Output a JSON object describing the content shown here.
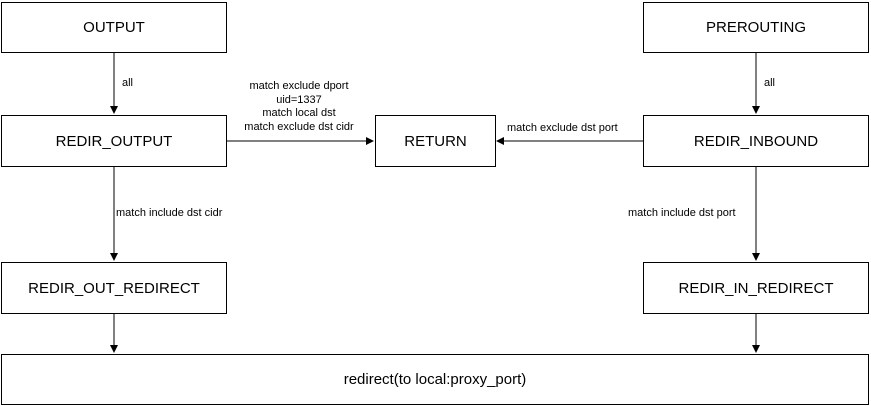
{
  "nodes": {
    "output": "OUTPUT",
    "prerouting": "PREROUTING",
    "redir_output": "REDIR_OUTPUT",
    "return": "RETURN",
    "redir_inbound": "REDIR_INBOUND",
    "redir_out_redirect": "REDIR_OUT_REDIRECT",
    "redir_in_redirect": "REDIR_IN_REDIRECT",
    "redirect": "redirect(to local:proxy_port)"
  },
  "edge_labels": {
    "output_to_redir_output": "all",
    "prerouting_to_redir_inbound": "all",
    "redir_output_to_return": [
      "match exclude dport",
      "uid=1337",
      "match local dst",
      "match exclude dst cidr"
    ],
    "redir_inbound_to_return": "match exclude dst port",
    "redir_output_to_out_redirect": "match include dst cidr",
    "redir_inbound_to_in_redirect": "match include dst port"
  },
  "colors": {
    "stroke": "#000000",
    "fill": "#ffffff"
  }
}
